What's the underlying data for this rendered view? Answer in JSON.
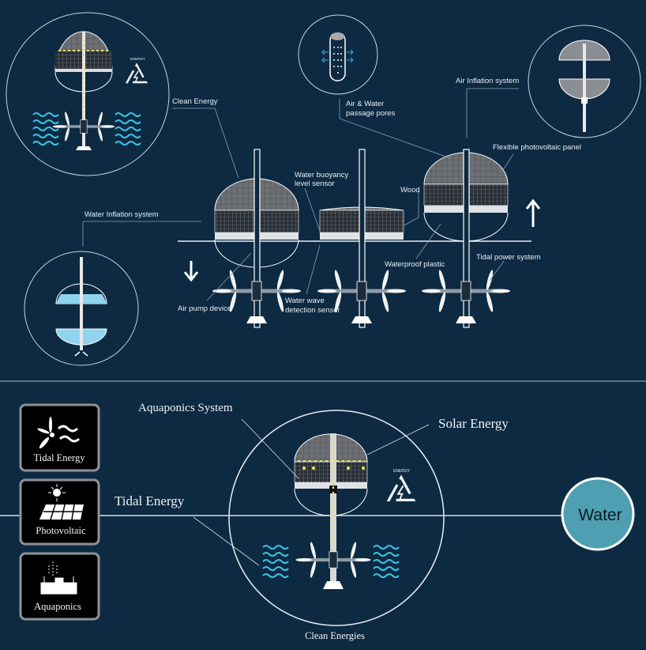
{
  "top": {
    "labels": {
      "clean_energy": "Clean Energy",
      "pores_line1": "Air & Water",
      "pores_line2": "passage pores",
      "air_inflation": "Air Inflation system",
      "flexible_pv": "Flexible photovoltaic panel",
      "buoyancy_line1": "Water buoyancy",
      "buoyancy_line2": "level sensor",
      "wood": "Wood",
      "water_inflation": "Water Inflation system",
      "waterproof": "Waterproof plastic",
      "tidal_power": "Tidal power system",
      "air_pump": "Air pump device",
      "wave_line1": "Water wave",
      "wave_line2": "detection sensor",
      "energy_badge": "ENERGY"
    },
    "icons": [
      "recycle-energy-icon",
      "arrow-down-icon",
      "arrow-up-icon",
      "perforated-tube-icon"
    ]
  },
  "bottom": {
    "legend": [
      {
        "label": "Tidal Energy",
        "icon": "tidal-turbine-icon"
      },
      {
        "label": "Photovoltaic",
        "icon": "solar-panel-icon"
      },
      {
        "label": "Aquaponics",
        "icon": "aquaponics-icon"
      }
    ],
    "aquaponics_system": "Aquaponics System",
    "solar_energy": "Solar Energy",
    "tidal_energy": "Tidal Energy",
    "clean_energies": "Clean Energies",
    "energy_badge": "ENERGY",
    "water": "Water"
  },
  "colors": {
    "background": "#0d2a42",
    "water_node": "#4f9fb3",
    "wave": "#3cc3e6",
    "flow": "#f2e35a"
  }
}
